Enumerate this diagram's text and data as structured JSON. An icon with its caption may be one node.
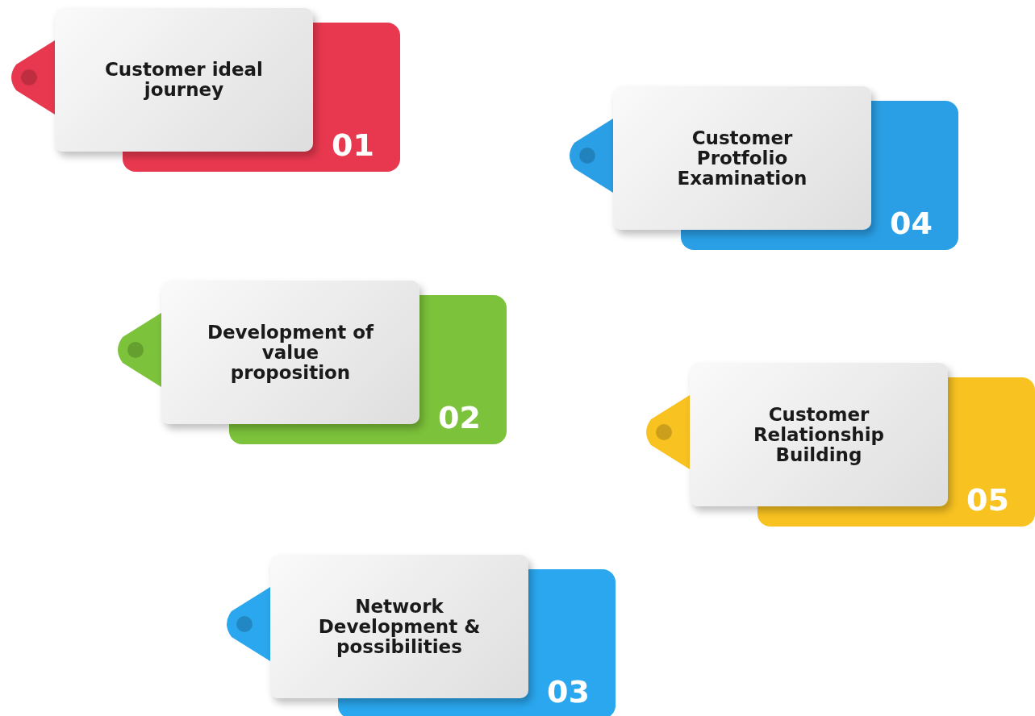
{
  "diagram": {
    "nodes": [
      {
        "text": [
          "Customer ideal journey",
          "01"
        ]
      },
      {
        "text": [
          "Development of value proposition",
          "02"
        ]
      },
      {
        "text": [
          "Network Development & possibilities",
          "03"
        ]
      },
      {
        "text": [
          "Customer Protfolio Examination",
          "04"
        ]
      },
      {
        "text": [
          "Customer Relationship Building",
          "05"
        ]
      }
    ]
  }
}
